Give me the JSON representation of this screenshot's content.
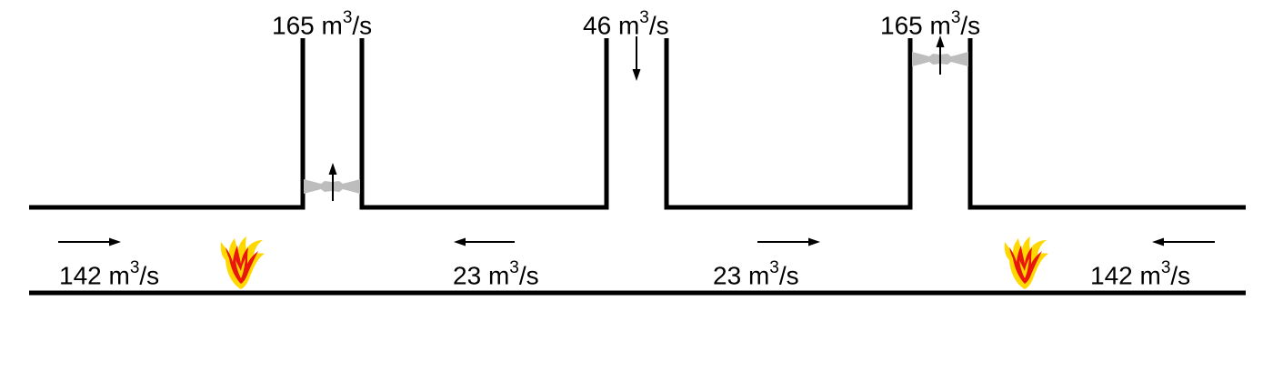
{
  "shafts": [
    {
      "value": "165",
      "unit": "m",
      "exponent": "3",
      "per": "/s",
      "direction": "up",
      "fan": true
    },
    {
      "value": "46",
      "unit": "m",
      "exponent": "3",
      "per": "/s",
      "direction": "down",
      "fan": false
    },
    {
      "value": "165",
      "unit": "m",
      "exponent": "3",
      "per": "/s",
      "direction": "up",
      "fan": true
    }
  ],
  "tunnel_flows": [
    {
      "value": "142",
      "unit": "m",
      "exponent": "3",
      "per": "/s",
      "direction": "right"
    },
    {
      "value": "23",
      "unit": "m",
      "exponent": "3",
      "per": "/s",
      "direction": "left"
    },
    {
      "value": "23",
      "unit": "m",
      "exponent": "3",
      "per": "/s",
      "direction": "right"
    },
    {
      "value": "142",
      "unit": "m",
      "exponent": "3",
      "per": "/s",
      "direction": "left"
    }
  ],
  "fires": [
    {
      "icon": "fire-icon"
    },
    {
      "icon": "fire-icon"
    }
  ],
  "colors": {
    "line": "#000000",
    "fan": "#bdbdbd",
    "fire_outer": "#ffd800",
    "fire_inner": "#e8160c"
  }
}
